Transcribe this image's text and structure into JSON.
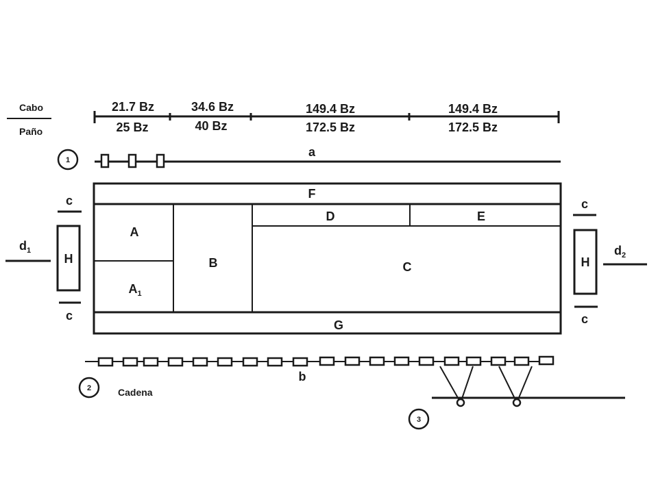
{
  "header": {
    "cabo": "Cabo",
    "pano": "Paño",
    "segments": [
      {
        "top": "21.7 Bz",
        "bottom": "25 Bz"
      },
      {
        "top": "34.6 Bz",
        "bottom": "40 Bz"
      },
      {
        "top": "149.4 Bz",
        "bottom": "172.5 Bz"
      },
      {
        "top": "149.4 Bz",
        "bottom": "172.5 Bz"
      }
    ]
  },
  "markers": {
    "one": "1",
    "two": "2",
    "three": "3"
  },
  "labels": {
    "a": "a",
    "b": "b",
    "cadena": "Cadena",
    "F": "F",
    "G": "G",
    "A": "A",
    "A1_main": "A",
    "A1_sub": "1",
    "B": "B",
    "C": "C",
    "D": "D",
    "E": "E",
    "H_left": "H",
    "H_right": "H",
    "c_tl": "c",
    "c_bl": "c",
    "c_tr": "c",
    "c_br": "c",
    "d1_main": "d",
    "d1_sub": "1",
    "d2_main": "d",
    "d2_sub": "2"
  }
}
